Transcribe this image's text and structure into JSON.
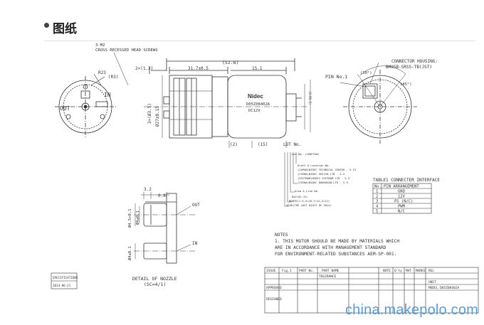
{
  "header": {
    "title": "图纸"
  },
  "drawing": {
    "screw_callout": [
      "3-M2",
      "CROSS RECESSED HEAD SCREWS"
    ],
    "dims_top": [
      "(52.6)",
      "2×(1.3)",
      "31.7±0.5",
      "15.1"
    ],
    "dims_left": [
      "Ø27±0.15",
      "3×(Ø3.5)"
    ],
    "dims_bottom": [
      "(2)",
      "(15)"
    ],
    "labels": {
      "out": "OUT",
      "in": "IN",
      "pin_no1": "PIN No.1",
      "lot_no": "LOT No."
    },
    "connector_housing": [
      "CONNECTOR HOUSING:",
      "BM05B-SRSS-TB(JST)"
    ],
    "body_marking": [
      "Nidec",
      "D05Z08402A",
      "DC12V"
    ],
    "lot_notes": [
      "Lot.No. (CONFIG#)",
      "Draft & Location No.",
      "(JAPAN)NIDEC TECHNICAL CENTER - S.Z1",
      "(CHINA)NIDEC SHIJIN LTD - S.2",
      "(VIETNAM)NIDEC VIETNAM LTD - S.3",
      "(CHINA)NIDEC DONGGUAN LTD - S.5",
      "Area & Line No.",
      "DAY(01-31)",
      "MONTH(1-9,X=10,Y=11,Z=12)",
      "YEAR(THE LAST DIGIT OF 2014)"
    ],
    "table_title": "TABLE1 CONNECTER INTERFACE",
    "table_header": [
      "No.",
      "PIN ARRANGEMENT"
    ],
    "table_rows": [
      [
        "1",
        "GND"
      ],
      [
        "2",
        "12V"
      ],
      [
        "3",
        "FG (N/C)"
      ],
      [
        "4",
        "PWM"
      ],
      [
        "5",
        "N/C"
      ]
    ],
    "nozzle_dims": [
      "3.2",
      "0.8",
      "Ø4.5+0.1",
      "Ø4±0.1",
      "Ø4±0.1"
    ],
    "nozzle_labels": [
      "OUT",
      "IN"
    ],
    "nozzle_caption": [
      "DETAIL OF NOZZLE",
      "(SC=4/1)"
    ],
    "notes": [
      "NOTES",
      "1. THIS MOTOR SHOULD BE MADE BY MATERIALS WHICH",
      "   ARE IN ACCORDANCE WITH MANAGEMENT STANDARD",
      "   FOR ENVIRONMENT-RELATED SUBSTANCES AEM-SP-001."
    ],
    "title_block": {
      "row1": [
        "ISSUE",
        "Fig.1",
        "PART No.",
        "PART NAME",
        "NOTE",
        "Q'ty",
        "MAT",
        "MARKS",
        "REL"
      ],
      "tolerance": "TOLERANCE",
      "approved": "APPROVED",
      "designed": "DESIGNED",
      "model": "MODEL",
      "model_no": "D05Z08402A",
      "unit": "UNIT"
    },
    "spec_box": [
      "SPECIFICATIONS",
      "2014-06-21"
    ]
  },
  "watermark": "china.makepolo.com"
}
